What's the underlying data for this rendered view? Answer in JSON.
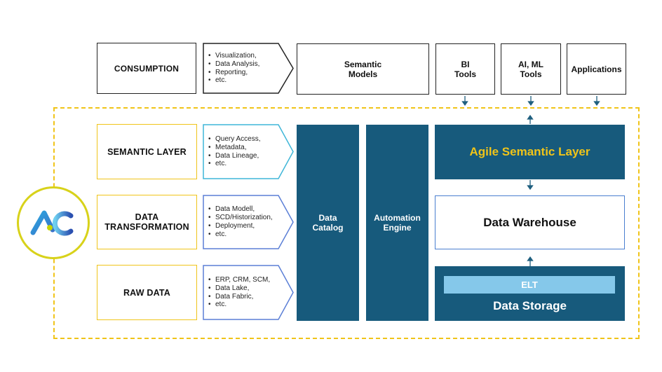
{
  "consumption": {
    "label": "CONSUMPTION",
    "bullets": [
      "Visualization,",
      "Data Analysis,",
      "Reporting,",
      "etc."
    ],
    "semantic_models": "Semantic Models",
    "bi_tools": "BI Tools",
    "ai_ml_tools": "AI, ML Tools",
    "applications": "Applications"
  },
  "layers": [
    {
      "label": "SEMANTIC LAYER",
      "bullets": [
        "Query Access,",
        "Metadata,",
        "Data Lineage,",
        "etc."
      ]
    },
    {
      "label": "DATA TRANSFORMATION",
      "bullets": [
        "Data Modell,",
        "SCD/Historization,",
        "Deployment,",
        "etc."
      ]
    },
    {
      "label": "RAW DATA",
      "bullets": [
        "ERP, CRM, SCM,",
        "Data Lake,",
        "Data Fabric,",
        "etc."
      ]
    }
  ],
  "columns": {
    "data_catalog": "Data Catalog",
    "automation_engine": "Automation Engine"
  },
  "stack": {
    "agile_semantic_layer": "Agile Semantic Layer",
    "data_warehouse": "Data Warehouse",
    "elt": "ELT",
    "data_storage": "Data Storage"
  },
  "logo": {
    "text": "AC"
  },
  "colors": {
    "navy": "#175a7c",
    "yellow": "#f0c419",
    "light_blue": "#85c8ea",
    "agile_text": "#f0c419"
  }
}
